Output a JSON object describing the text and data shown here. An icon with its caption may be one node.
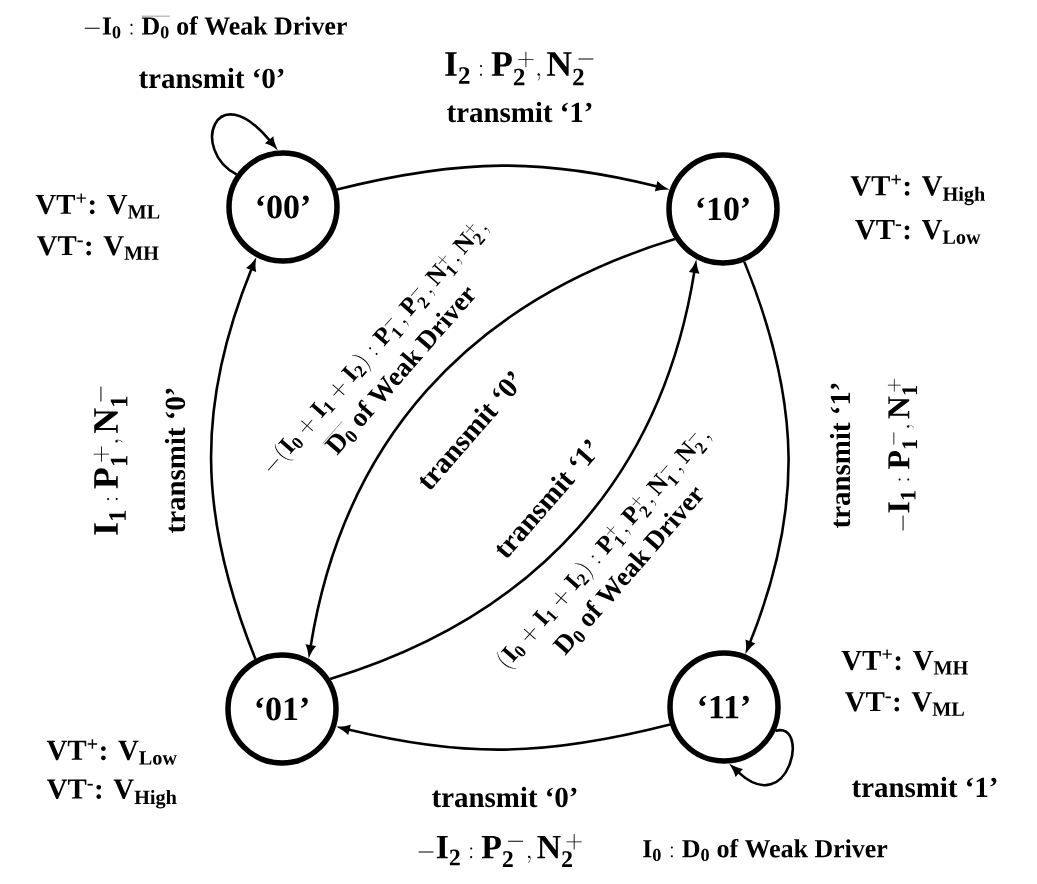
{
  "diagram": {
    "nodes": [
      {
        "text": [
          "‘00’"
        ],
        "beside": [
          "VT$^{+}$: V$_{ML}$",
          "VT$^{-}$: V$_{MH}$"
        ]
      },
      {
        "text": [
          "‘10’"
        ],
        "beside": [
          "VT$^{+}$: V$_{High}$",
          "VT$^{-}$: V$_{Low}$"
        ]
      },
      {
        "text": [
          "‘01’"
        ],
        "beside": [
          "VT$^{+}$: V$_{Low}$",
          "VT$^{-}$: V$_{High}$"
        ]
      },
      {
        "text": [
          "‘11’"
        ],
        "beside": [
          "VT$^{+}$: V$_{MH}$",
          "VT$^{-}$: V$_{ML}$"
        ]
      }
    ],
    "edges": [
      {
        "from": 0,
        "to": 0,
        "arrow": "to",
        "label": "transmit ‘0’"
      },
      {
        "from": 0,
        "to": 1,
        "arrow": "to",
        "label": "transmit ‘1’"
      },
      {
        "from": 1,
        "to": 2,
        "arrow": "to",
        "label": "transmit ‘0’"
      },
      {
        "from": 2,
        "to": 1,
        "arrow": "to",
        "label": "transmit ‘1’"
      },
      {
        "from": 1,
        "to": 3,
        "arrow": "to",
        "label": "transmit ‘1’"
      },
      {
        "from": 3,
        "to": 2,
        "arrow": "to",
        "label": "transmit ‘0’"
      },
      {
        "from": 2,
        "to": 0,
        "arrow": "to",
        "label": "transmit ‘0’"
      },
      {
        "from": 3,
        "to": 3,
        "arrow": "to",
        "label": "transmit ‘1’"
      }
    ],
    "labels": [
      "\\mathbf{-I_0 : \\overline{D_0}}\\ \\textbf{of Weak Driver}",
      "\\mathbf{I_2 : P_2^{\\,+} , N_2^{\\,-}}",
      "\\mathbf{-(I_0+I_1+I_2) : P_1^{-}, P_2^{-}, N_1^{+}, N_2^{+},}",
      "\\mathbf{\\overline{D_0}}\\ \\textbf{of Weak Driver}",
      "\\mathbf{I_1 : P_1^{\\,+} , N_1^{\\,-}}",
      "\\mathbf{-I_1 : P_1^{\\,-} , N_1^{\\,+}}",
      "\\mathbf{(I_0+I_1+I_2) : P_1^{+}, P_2^{+}, N_1^{-}, N_2^{-},}",
      "\\mathbf{D_0}\\ \\textbf{of Weak Driver}",
      "\\mathbf{-I_2 : P_2^{\\,-} , N_2^{\\,+}}",
      "\\mathbf{I_0 : D_0}\\ \\textbf{of Weak Driver}"
    ]
  }
}
